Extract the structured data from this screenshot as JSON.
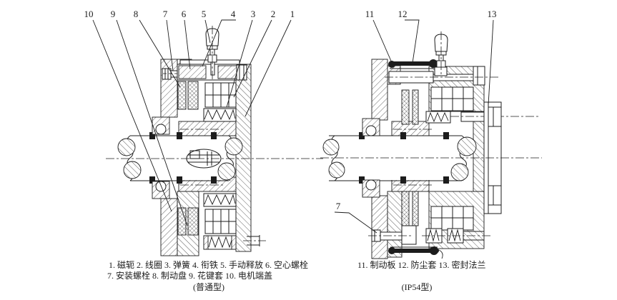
{
  "colors": {
    "ink": "#1c1c1c",
    "background": "#ffffff"
  },
  "figure": {
    "left_view": {
      "callouts": [
        "10",
        "9",
        "8",
        "7",
        "6",
        "5",
        "4",
        "3",
        "2",
        "1"
      ],
      "caption_line1": "1. 磁轭   2. 线圈   3. 弹簧   4. 衔铁  5. 手动释放   6. 空心螺栓",
      "caption_line2": "7. 安装螺栓   8. 制动盘   9. 花键套   10. 电机端盖",
      "type_label": "(普通型)"
    },
    "right_view": {
      "callouts": [
        "11",
        "12",
        "13",
        "7"
      ],
      "caption_line1": "11. 制动板   12. 防尘套   13. 密封法兰",
      "type_label": "(IP54型)"
    }
  }
}
